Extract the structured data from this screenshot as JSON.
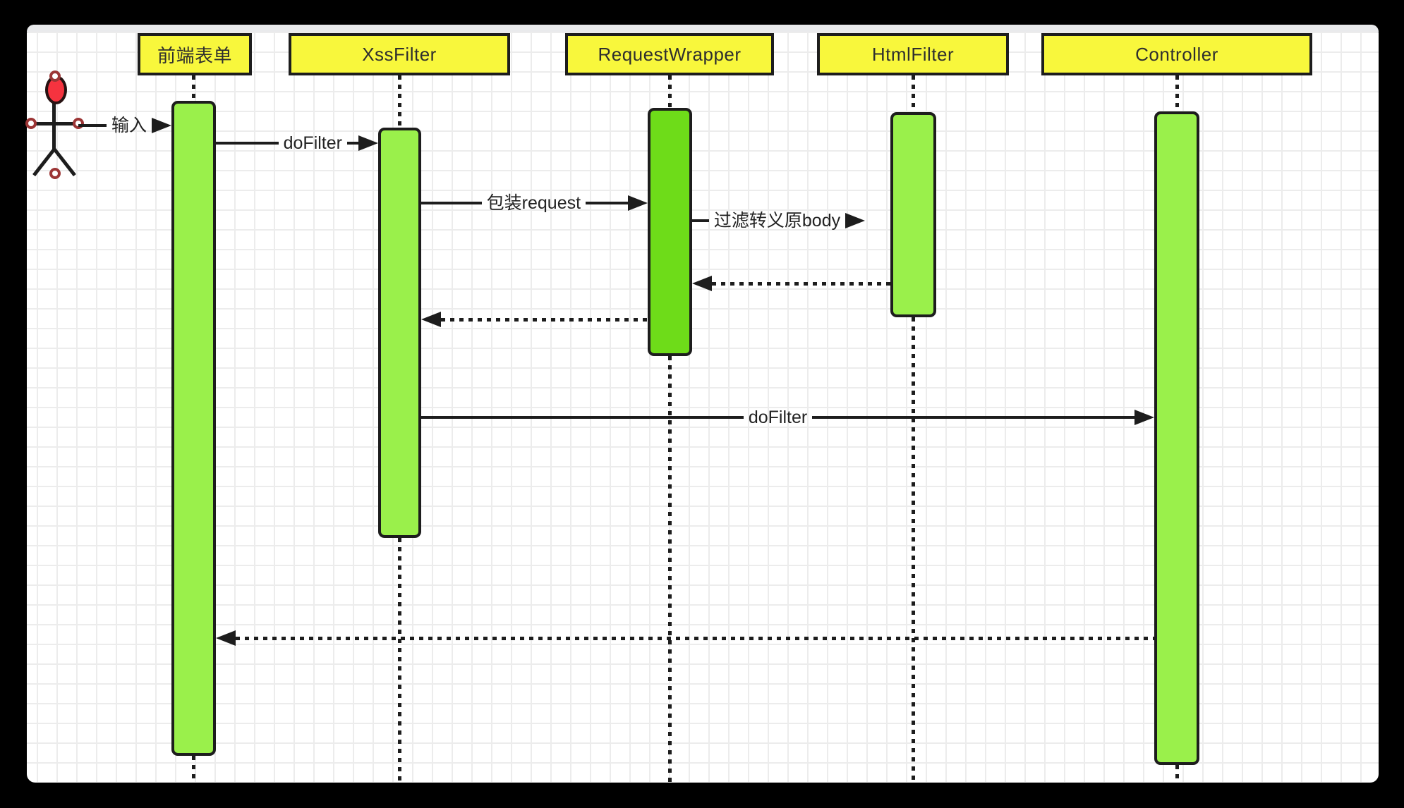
{
  "colors": {
    "bg": "#000000",
    "canvas": "#ffffff",
    "canvas-top": "#e9eaec",
    "grid": "#ececec",
    "line": "#1d1d1d",
    "yellow": "#f8f73c",
    "green-light": "#9af04b",
    "green-dark": "#6edc19",
    "actor-red": "#f5333f",
    "handle-ring": "#9c3535"
  },
  "participants": [
    {
      "label": "前端表单"
    },
    {
      "label": "XssFilter"
    },
    {
      "label": "RequestWrapper"
    },
    {
      "label": "HtmlFilter"
    },
    {
      "label": "Controller"
    }
  ],
  "messages": [
    {
      "label": "输入",
      "from": "actor",
      "to": "前端表单",
      "type": "solid"
    },
    {
      "label": "doFilter",
      "from": "前端表单",
      "to": "XssFilter",
      "type": "solid"
    },
    {
      "label": "包装request",
      "from": "XssFilter",
      "to": "RequestWrapper",
      "type": "solid"
    },
    {
      "label": "过滤转义原body",
      "from": "RequestWrapper",
      "to": "HtmlFilter",
      "type": "solid"
    },
    {
      "label": "",
      "from": "HtmlFilter",
      "to": "RequestWrapper",
      "type": "return"
    },
    {
      "label": "",
      "from": "RequestWrapper",
      "to": "XssFilter",
      "type": "return"
    },
    {
      "label": "doFilter",
      "from": "XssFilter",
      "to": "Controller",
      "type": "solid"
    },
    {
      "label": "",
      "from": "Controller",
      "to": "前端表单",
      "type": "return"
    }
  ]
}
